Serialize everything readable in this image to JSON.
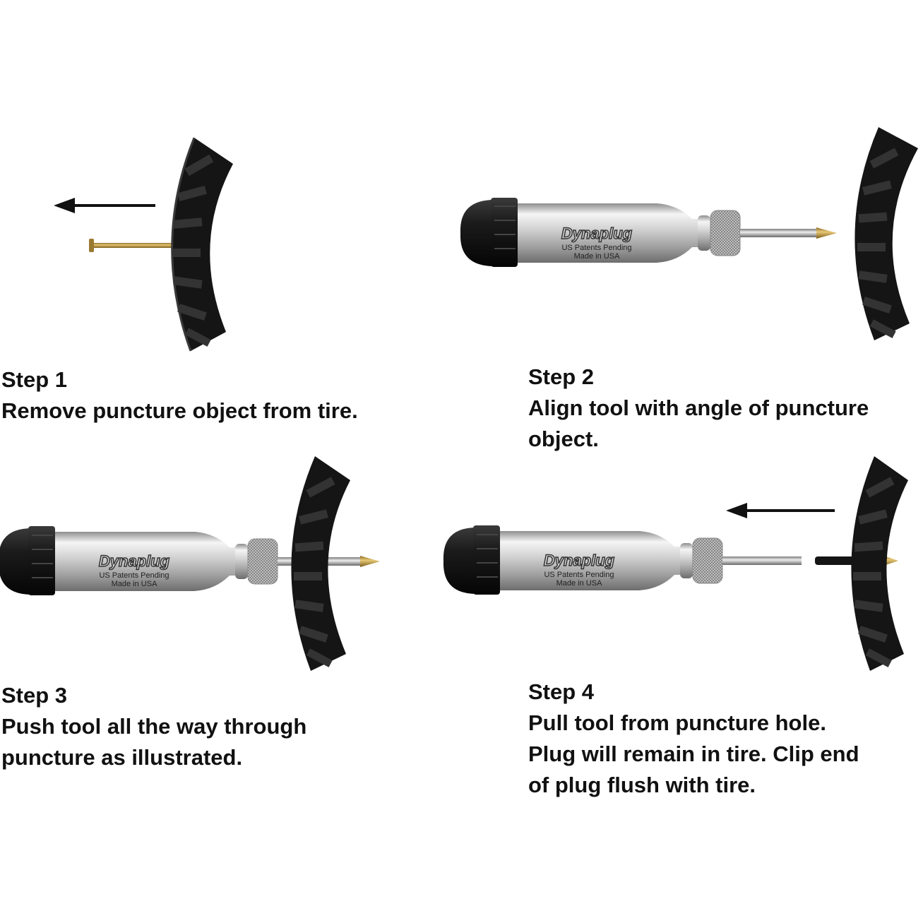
{
  "steps": [
    {
      "heading": "Step 1",
      "lines": [
        "Remove puncture object from tire."
      ]
    },
    {
      "heading": "Step 2",
      "lines": [
        "Align tool with angle of puncture",
        "object."
      ]
    },
    {
      "heading": "Step 3",
      "lines": [
        "Push tool all the way through",
        "puncture as illustrated."
      ]
    },
    {
      "heading": "Step 4",
      "lines": [
        "Pull tool from puncture hole.",
        "Plug will remain in tire. Clip end",
        "of plug flush with tire."
      ]
    }
  ],
  "tool": {
    "brand": "Dynaplug",
    "patent": "US Patents Pending",
    "origin": "Made in USA"
  },
  "colors": {
    "tire": "#1a1a1a",
    "tool_body": "#c9c9c9",
    "tip": "#c9a24a",
    "text": "#111111"
  }
}
